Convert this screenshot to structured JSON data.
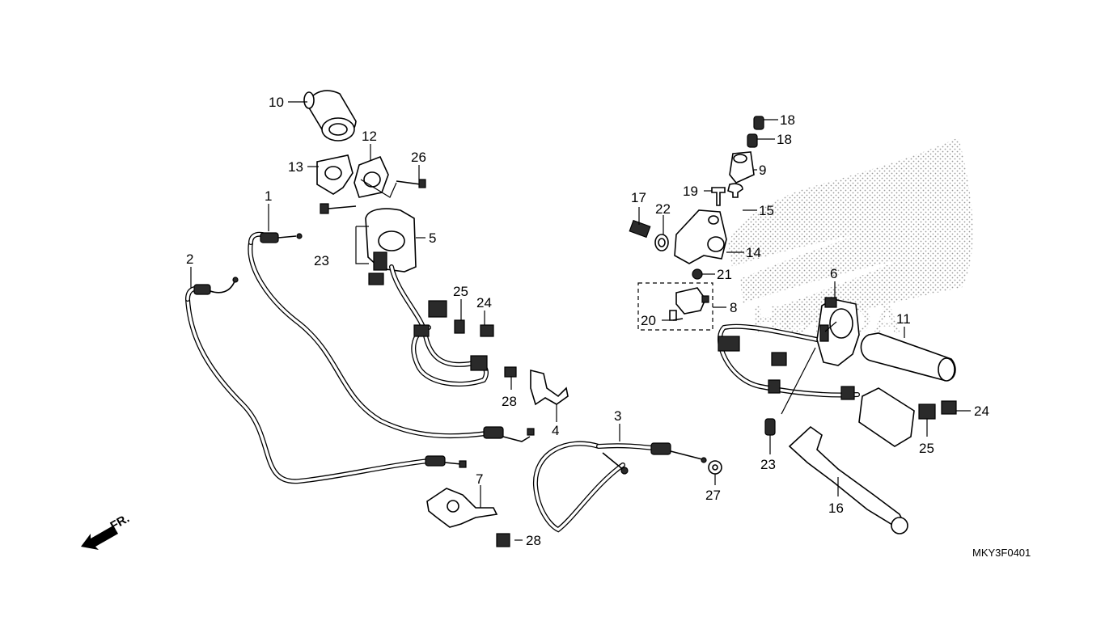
{
  "drawing_code": "MKY3F0401",
  "direction_label": "FR.",
  "callouts": {
    "c1": "1",
    "c2": "2",
    "c3": "3",
    "c4": "4",
    "c5": "5",
    "c6": "6",
    "c7": "7",
    "c8": "8",
    "c9": "9",
    "c10": "10",
    "c11": "11",
    "c12": "12",
    "c13": "13",
    "c14": "14",
    "c15": "15",
    "c16": "16",
    "c17": "17",
    "c18a": "18",
    "c18b": "18",
    "c19": "19",
    "c20": "20",
    "c21": "21",
    "c22": "22",
    "c23a": "23",
    "c23b": "23",
    "c24a": "24",
    "c24b": "24",
    "c25a": "25",
    "c25b": "25",
    "c26": "26",
    "c27": "27",
    "c28a": "28",
    "c28b": "28"
  },
  "colors": {
    "line": "#000000",
    "background": "#ffffff",
    "watermark": "#9a9a9a"
  }
}
